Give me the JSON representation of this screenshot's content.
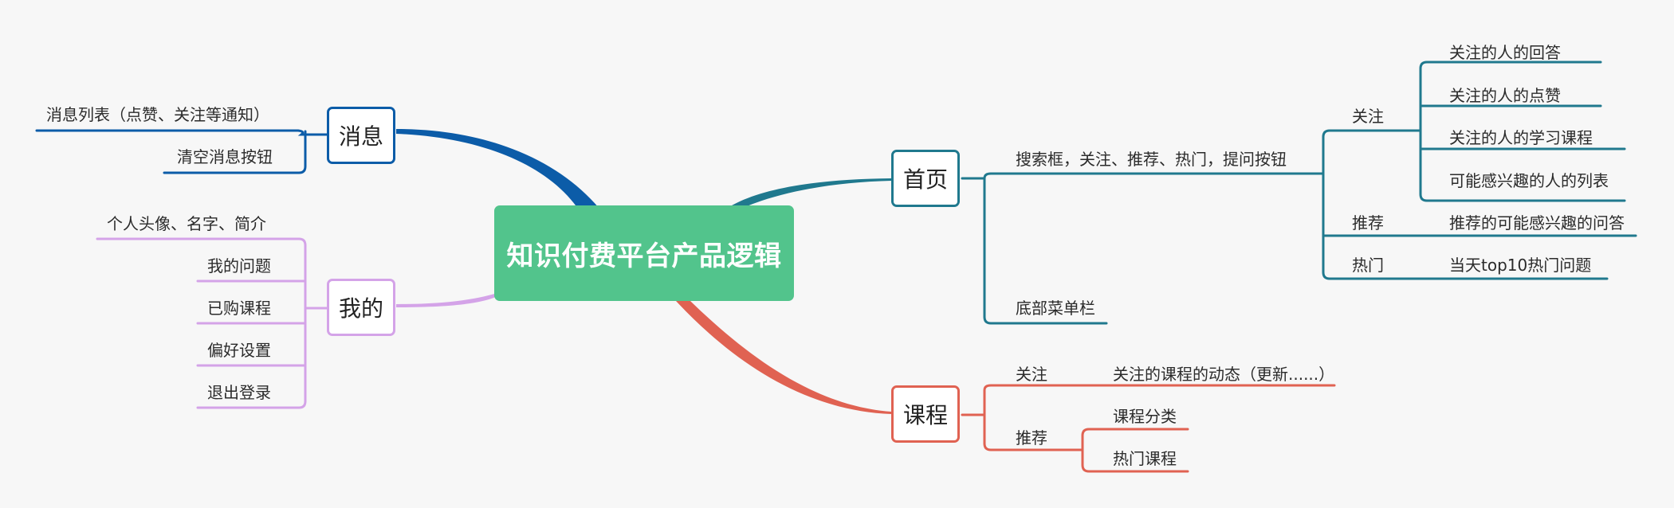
{
  "colors": {
    "central": "#52c48c",
    "message": "#0c5ca8",
    "mine": "#d4a3e8",
    "home": "#20798e",
    "course": "#e06252"
  },
  "central": "知识付费平台产品逻辑",
  "message": {
    "title": "消息",
    "items": [
      "消息列表（点赞、关注等通知）",
      "清空消息按钮"
    ]
  },
  "mine": {
    "title": "我的",
    "items": [
      "个人头像、名字、简介",
      "我的问题",
      "已购课程",
      "偏好设置",
      "退出登录"
    ]
  },
  "home": {
    "title": "首页",
    "search": "搜索框，关注、推荐、热门，提问按钮",
    "follow": {
      "label": "关注",
      "items": [
        "关注的人的回答",
        "关注的人的点赞",
        "关注的人的学习课程",
        "可能感兴趣的人的列表"
      ]
    },
    "recommend": {
      "label": "推荐",
      "item": "推荐的可能感兴趣的问答"
    },
    "hot": {
      "label": "热门",
      "item": "当天top10热门问题"
    },
    "bottom_menu": "底部菜单栏"
  },
  "course": {
    "title": "课程",
    "follow": {
      "label": "关注",
      "item": "关注的课程的动态（更新......）"
    },
    "recommend": {
      "label": "推荐",
      "items": [
        "课程分类",
        "热门课程"
      ]
    }
  }
}
